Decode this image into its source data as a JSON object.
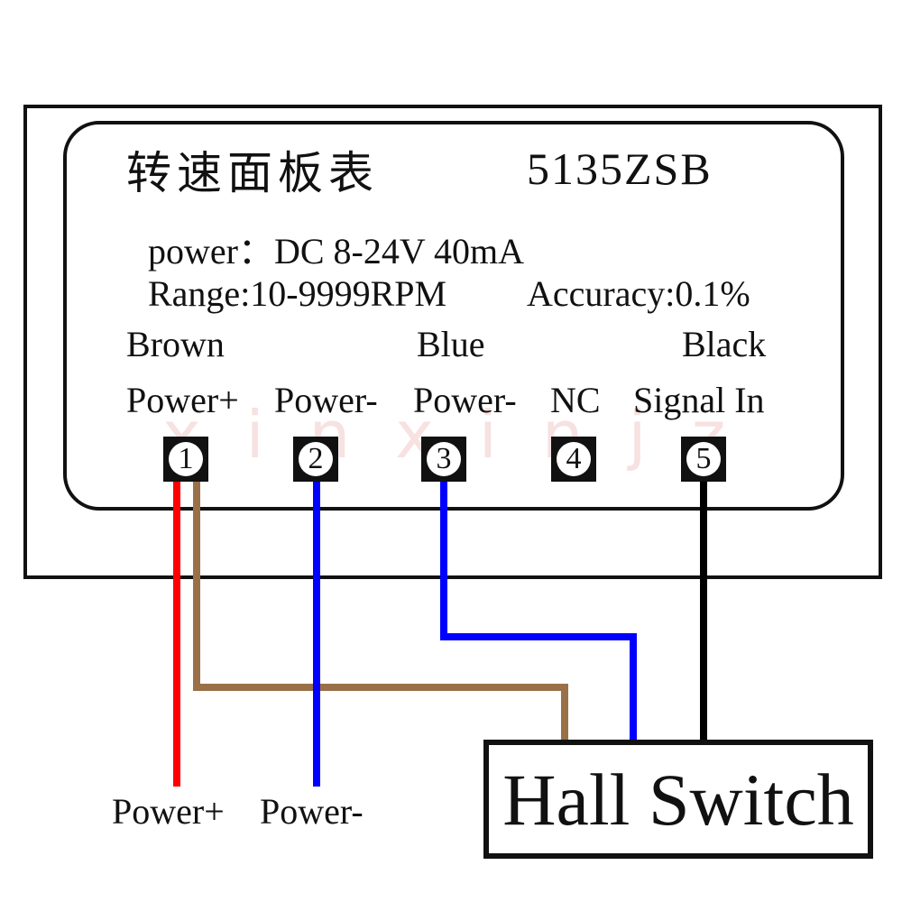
{
  "panel": {
    "title_cn": "转速面板表",
    "model": "5135ZSB",
    "power_spec": "power：DC 8-24V  40mA",
    "range_spec": "Range:10-9999RPM",
    "accuracy_spec": "Accuracy:0.1%"
  },
  "wire_colors": {
    "brown": "Brown",
    "blue": "Blue",
    "black": "Black"
  },
  "pins": [
    {
      "number": "1",
      "label": "Power+"
    },
    {
      "number": "2",
      "label": "Power-"
    },
    {
      "number": "3",
      "label": "Power-"
    },
    {
      "number": "4",
      "label": "NC"
    },
    {
      "number": "5",
      "label": "Signal In"
    }
  ],
  "watermark": "xinxinjz",
  "sensor": {
    "label": "Hall Switch"
  },
  "supply": {
    "positive_label": "Power+",
    "negative_label": "Power-"
  },
  "colors": {
    "red": "#ff0000",
    "brown": "#9a7048",
    "blue": "#0000ff",
    "black": "#000000"
  }
}
